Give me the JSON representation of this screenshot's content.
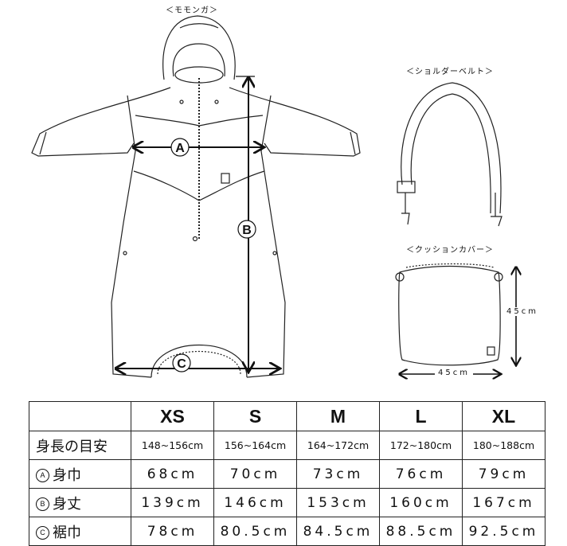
{
  "labels": {
    "momonga": "＜モモンガ＞",
    "shoulder_belt": "＜ショルダーベルト＞",
    "cushion_cover": "＜クッションカバー＞",
    "cushion_height": "45cm",
    "cushion_width": "45cm"
  },
  "markers": {
    "a": "A",
    "b": "B",
    "c": "C"
  },
  "table": {
    "headers": [
      "XS",
      "S",
      "M",
      "L",
      "XL"
    ],
    "rows": [
      {
        "mark": "",
        "label": "身長の目安",
        "values": [
          "148~156cm",
          "156~164cm",
          "164~172cm",
          "172~180cm",
          "180~188cm"
        ]
      },
      {
        "mark": "A",
        "label": "身巾",
        "values": [
          "68cm",
          "70cm",
          "73cm",
          "76cm",
          "79cm"
        ]
      },
      {
        "mark": "B",
        "label": "身丈",
        "values": [
          "139cm",
          "146cm",
          "153cm",
          "160cm",
          "167cm"
        ]
      },
      {
        "mark": "C",
        "label": "裾巾",
        "values": [
          "78cm",
          "80.5cm",
          "84.5cm",
          "88.5cm",
          "92.5cm"
        ]
      }
    ]
  }
}
